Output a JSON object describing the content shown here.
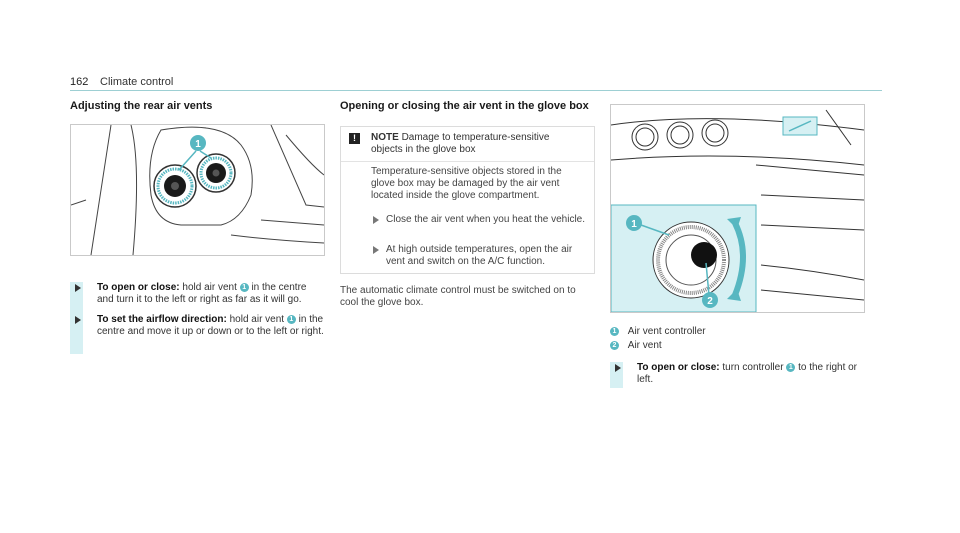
{
  "header": {
    "page_number": "162",
    "section": "Climate control"
  },
  "rear_vents": {
    "heading": "Adjusting the rear air vents",
    "callout": "1",
    "steps": [
      {
        "label": "To open or close:",
        "text_a": "hold air vent",
        "num": "1",
        "text_b": "in the centre and turn it to the left or right as far as it will go."
      },
      {
        "label": "To set the airflow direction:",
        "text_a": "hold air vent",
        "num": "1",
        "text_b": "in the centre and move it up or down or to the left or right."
      }
    ]
  },
  "glove_box": {
    "heading": "Opening or closing the air vent in the glove box",
    "note": {
      "icon": "!",
      "title": "NOTE",
      "title_text": "Damage to temperature-sensitive objects in the glove box",
      "body": "Temperature-sensitive objects stored in the glove box may be damaged by the air vent located inside the glove compartment.",
      "steps": [
        "Close the air vent when you heat the vehicle.",
        "At high outside temperatures, open the air vent and switch on the A/C function."
      ]
    },
    "after_note": "The automatic climate control must be switched on to cool the glove box."
  },
  "figure3": {
    "callouts": [
      "1",
      "2"
    ],
    "legend": [
      {
        "num": "1",
        "text": "Air vent controller"
      },
      {
        "num": "2",
        "text": "Air vent"
      }
    ],
    "step": {
      "label": "To open or close:",
      "text_a": "turn controller",
      "num": "1",
      "text_b": "to the right or left."
    }
  },
  "colors": {
    "accent": "#57b7c1",
    "highlight": "#d6f0f3",
    "rule": "#9dcfd3"
  }
}
